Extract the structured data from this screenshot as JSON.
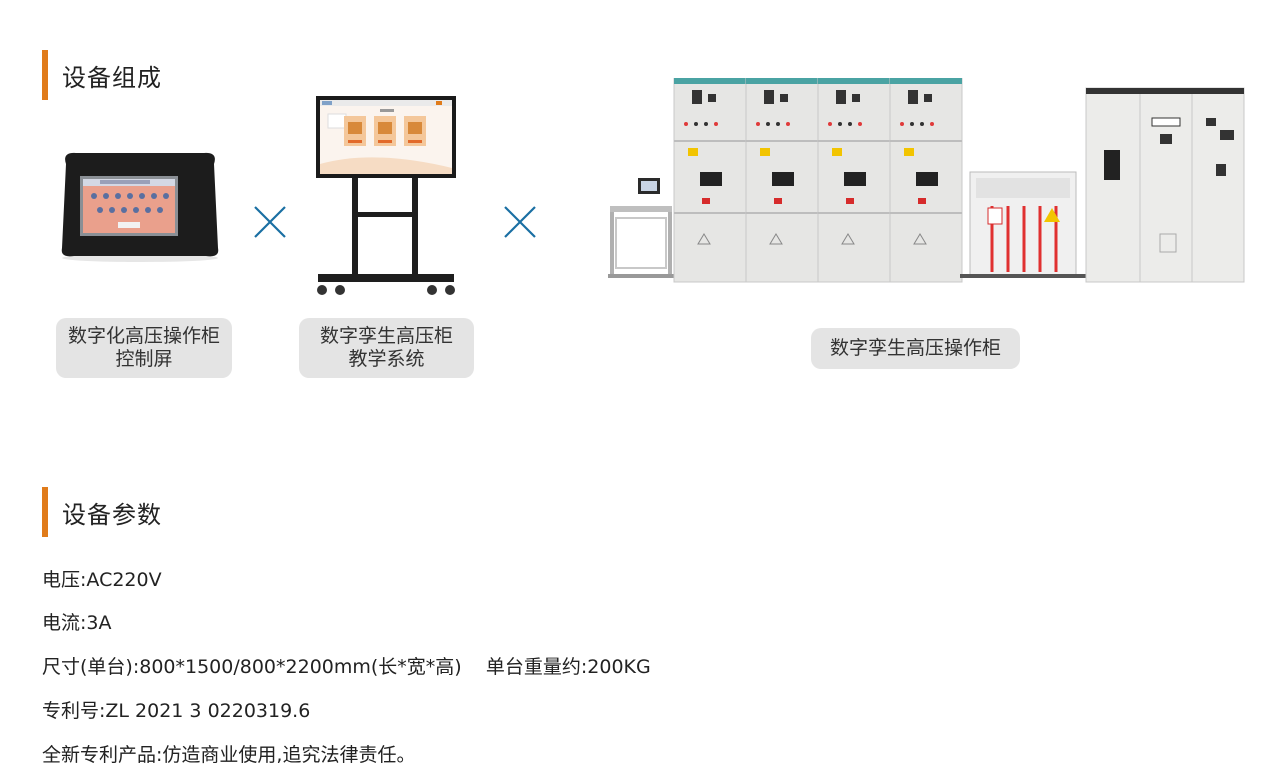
{
  "section1": {
    "title": "设备组成"
  },
  "components": [
    {
      "line1": "数字化高压操作柜",
      "line2": "控制屏"
    },
    {
      "line1": "数字孪生高压柜",
      "line2": "教学系统"
    },
    {
      "line1": "数字孪生高压操作柜"
    }
  ],
  "section2": {
    "title": "设备参数"
  },
  "params": [
    "电压:AC220V",
    "电流:3A",
    "尺寸(单台):800*1500/800*2200mm(长*宽*高)    单台重量约:200KG",
    "专利号:ZL 2021 3 0220319.6",
    "全新专利产品:仿造商业使用,追究法律责任。"
  ],
  "colors": {
    "accent": "#e07b1a",
    "cross": "#1a6fa3",
    "label_bg": "#e4e4e4"
  }
}
